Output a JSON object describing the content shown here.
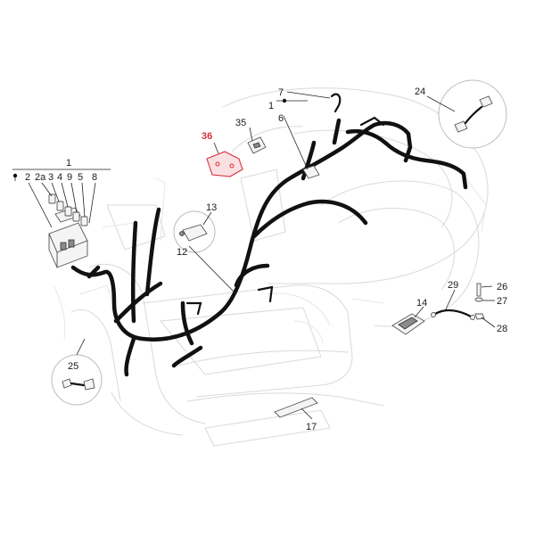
{
  "diagram": {
    "highlight_color": "#d4303c",
    "labels": {
      "p1_top": "1",
      "p2": "2",
      "p2a": "2a",
      "p3": "3",
      "p4": "4",
      "p9": "9",
      "p5": "5",
      "p8": "8",
      "p7": "7",
      "p1_mid": "1",
      "p6": "6",
      "p35": "35",
      "p36": "36",
      "p24": "24",
      "p13": "13",
      "p12": "12",
      "p25": "25",
      "p14": "14",
      "p29": "29",
      "p26": "26",
      "p27": "27",
      "p28": "28",
      "p17": "17"
    }
  }
}
